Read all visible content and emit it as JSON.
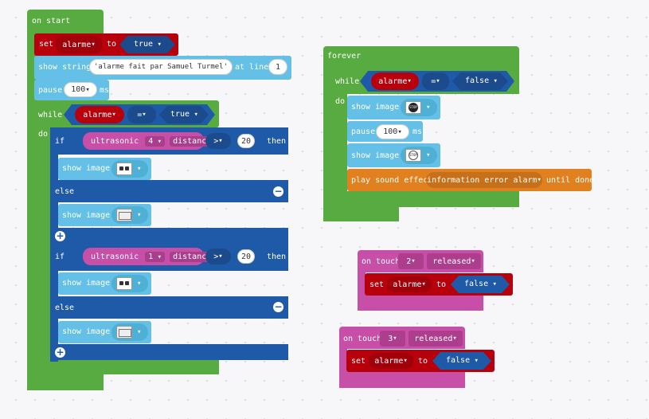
{
  "on_start": {
    "hat": "on start",
    "set_kw": "set",
    "var": "alarme",
    "to_kw": "to",
    "value": "true",
    "show_string_kw": "show string",
    "string_value": "'alarme fait par Samuel Turmel'",
    "at_line_kw": "at line",
    "line": "1",
    "pause_kw": "pause",
    "pause_value": "100",
    "ms": "ms",
    "while_kw": "while",
    "do_kw": "do",
    "while_var": "alarme",
    "eq": "=",
    "while_value": "true",
    "if1": {
      "if_kw": "if",
      "sensor": "ultrasonic",
      "sensor_num": "4",
      "distance_kw": "distance",
      "op": ">",
      "value": "20",
      "then_kw": "then",
      "show_image_kw": "show image",
      "else_kw": "else",
      "else_show_image_kw": "show image"
    },
    "if2": {
      "if_kw": "if",
      "sensor": "ultrasonic",
      "sensor_num": "1",
      "distance_kw": "distance",
      "op": ">",
      "value": "20",
      "then_kw": "then",
      "show_image_kw": "show image",
      "else_kw": "else",
      "else_show_image_kw": "show image"
    }
  },
  "forever": {
    "hat": "forever",
    "while_kw": "while",
    "do_kw": "do",
    "var": "alarme",
    "eq": "=",
    "value": "false",
    "show_image_kw": "show image",
    "pause_kw": "pause",
    "pause_value": "100",
    "ms": "ms",
    "show_image2_kw": "show image",
    "play_kw": "play sound effect",
    "effect": "information error alarm",
    "until_kw": "until done",
    "stop_icon_text": "STOP"
  },
  "touch2": {
    "on_touch_kw": "on touch",
    "pin": "2",
    "event": "released",
    "set_kw": "set",
    "var": "alarme",
    "to_kw": "to",
    "value": "false"
  },
  "touch3": {
    "on_touch_kw": "on touch",
    "pin": "3",
    "event": "released",
    "set_kw": "set",
    "var": "alarme",
    "to_kw": "to",
    "value": "false"
  }
}
